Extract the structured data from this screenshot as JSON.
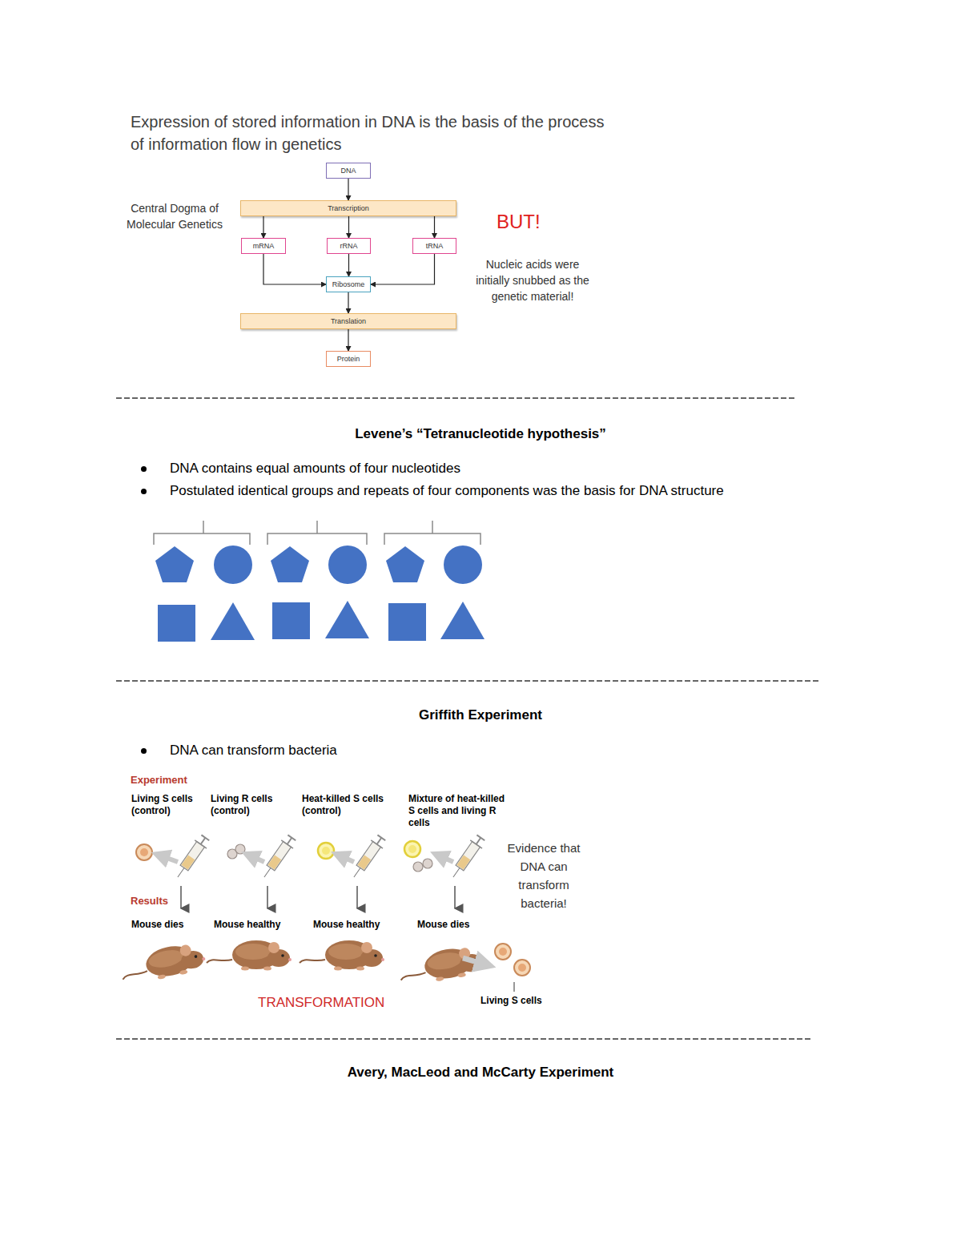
{
  "diagram": {
    "title": "Expression of stored information in DNA is the basis of the process of information flow in genetics",
    "nodes": [
      {
        "text": [
          "DNA"
        ]
      },
      {
        "text": [
          "Transcription"
        ]
      },
      {
        "text": [
          "mRNA"
        ]
      },
      {
        "text": [
          "rRNA"
        ]
      },
      {
        "text": [
          "tRNA"
        ]
      },
      {
        "text": [
          "Ribosome"
        ]
      },
      {
        "text": [
          "Translation"
        ]
      },
      {
        "text": [
          "Protein"
        ]
      }
    ],
    "edges": [
      {
        "from": 0,
        "to": 1,
        "arrow": "to"
      },
      {
        "from": 1,
        "to": 2,
        "arrow": "to"
      },
      {
        "from": 1,
        "to": 3,
        "arrow": "to"
      },
      {
        "from": 1,
        "to": 4,
        "arrow": "to"
      },
      {
        "from": 2,
        "to": 5,
        "arrow": "to"
      },
      {
        "from": 3,
        "to": 5,
        "arrow": "to"
      },
      {
        "from": 4,
        "to": 5,
        "arrow": "to"
      },
      {
        "from": 5,
        "to": 6,
        "arrow": "to"
      },
      {
        "from": 6,
        "to": 7,
        "arrow": "to"
      }
    ],
    "labels": [
      "Central Dogma of Molecular Genetics",
      "BUT!",
      "Nucleic acids were initially snubbed as the genetic material!",
      "Levene’s “Tetranucleotide hypothesis”",
      "DNA contains equal amounts of four nucleotides",
      "Postulated identical groups and repeats of four components was the basis for DNA structure",
      "Griffith Experiment",
      "DNA can transform bacteria",
      "Experiment",
      "Living S cells (control)",
      "Living R cells (control)",
      "Heat-killed S cells (control)",
      "Mixture of heat-killed S cells and living R cells",
      "Evidence that DNA can transform bacteria!",
      "Results",
      "Mouse dies",
      "Mouse healthy",
      "Mouse healthy",
      "Mouse dies",
      "TRANSFORMATION",
      "Living S cells",
      "Avery, MacLeod and McCarty Experiment"
    ]
  }
}
